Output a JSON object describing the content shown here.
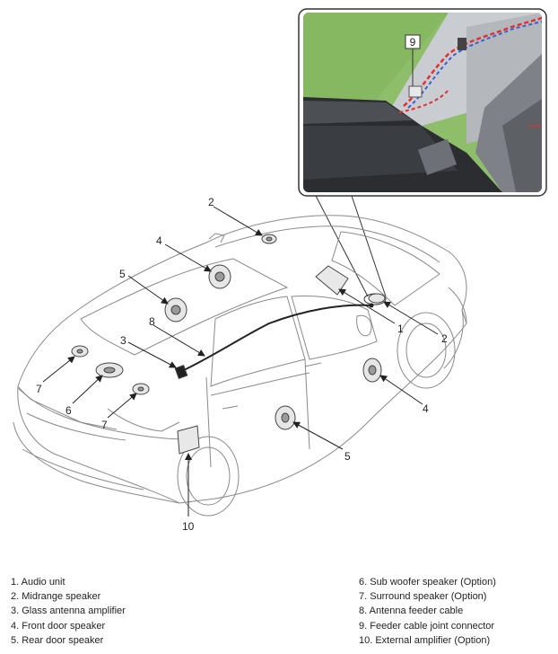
{
  "inset": {
    "callout_9": "9"
  },
  "callouts": {
    "c1": "1",
    "c2_top": "2",
    "c2_right": "2",
    "c3": "3",
    "c4_top": "4",
    "c4_right": "4",
    "c5_top": "5",
    "c5_bottom": "5",
    "c6": "6",
    "c7_left": "7",
    "c7_right": "7",
    "c8": "8",
    "c10": "10"
  },
  "legend": {
    "left": [
      "1. Audio unit",
      "2. Midrange speaker",
      "3. Glass antenna amplifier",
      "4. Front door speaker",
      "5. Rear door speaker"
    ],
    "right": [
      "6. Sub woofer speaker (Option)",
      "7. Surround speaker (Option)",
      "8. Antenna feeder cable",
      "9. Feeder cable joint connector",
      "10. External amplifier (Option)"
    ]
  },
  "colors": {
    "inset_green": "#8fbe6a",
    "cable_red": "#e03030",
    "cable_blue": "#3a5fd0",
    "line_gray": "#8a8a8a",
    "dark": "#222222"
  }
}
